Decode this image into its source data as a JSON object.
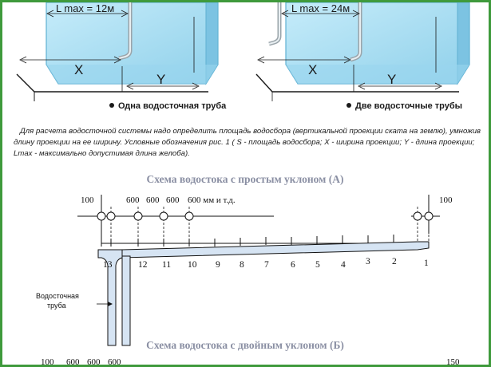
{
  "figure1": {
    "left": {
      "lmax": "L max = 12м",
      "x_label": "X",
      "y_label": "Y",
      "caption": "Одна водосточная труба"
    },
    "right": {
      "lmax": "L max = 24м",
      "x_label": "X",
      "y_label": "Y",
      "caption": "Две водосточные трубы"
    }
  },
  "description": "Для расчета водосточной системы надо определить площадь водосбора (вертикальной проекции ската на землю), умножив длину проекции на ее ширину. Условные обозначения рис. 1 ( S - площадь водосбора; X - ширина проекции; Y - длина проекции; Lmax - максимально допустимая длина желоба).",
  "scheme_a": {
    "title": "Схема водостока с простым уклоном (А)",
    "dim_left": "100",
    "dim_right": "100",
    "dims": [
      "600",
      "600",
      "600",
      "600 мм и т.д."
    ],
    "numbers": [
      "13",
      "12",
      "11",
      "10",
      "9",
      "8",
      "7",
      "6",
      "5",
      "4",
      "3",
      "2",
      "1"
    ],
    "pipe_label_1": "Водосточная",
    "pipe_label_2": "труба"
  },
  "scheme_b": {
    "title": "Схема водостока с двойным уклоном (Б)",
    "dims_partial": [
      "100",
      "600",
      "600",
      "600"
    ],
    "dim_right": "150"
  },
  "colors": {
    "border": "#3f9a3c",
    "glass": "#a7dcf0",
    "glass_edge": "#6fbfdd",
    "title": "#8a8fa3",
    "gutter_fill": "#d6e4f3"
  }
}
